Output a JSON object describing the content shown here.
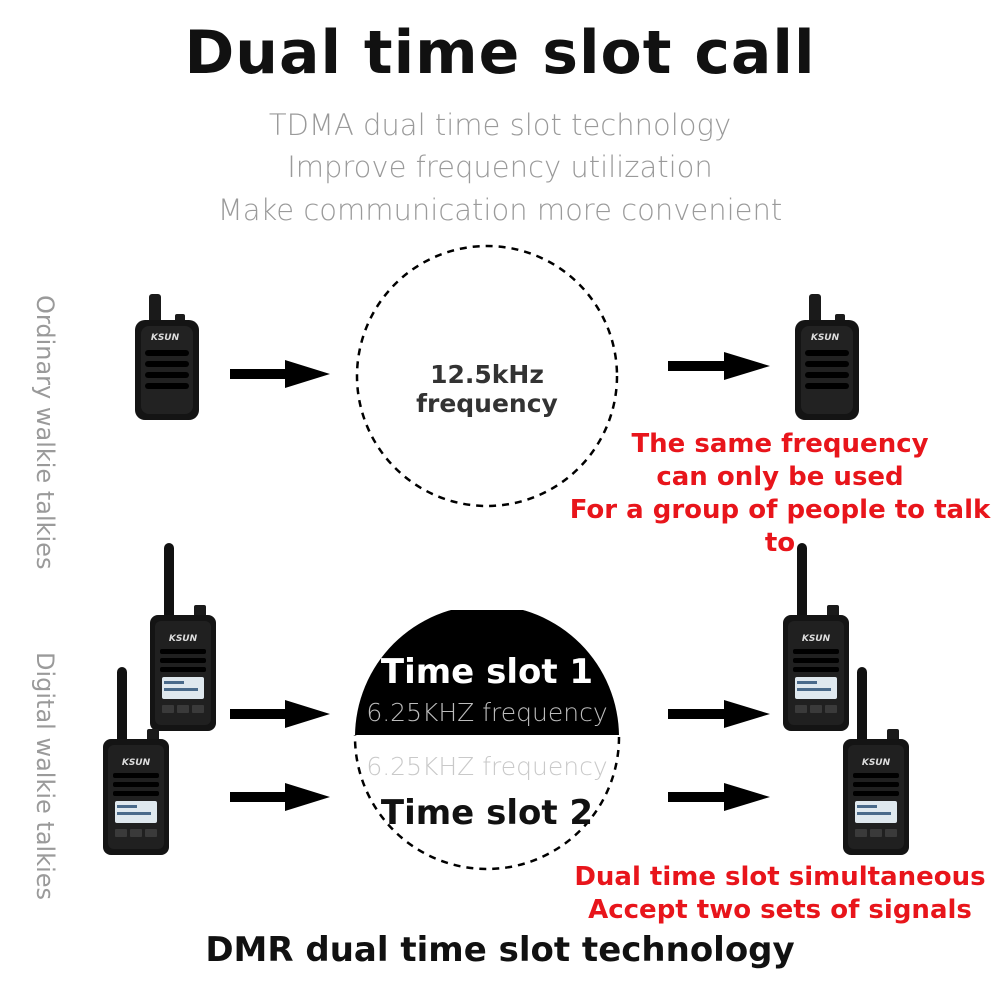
{
  "title": "Dual time slot call",
  "subtitle": {
    "line1": "TDMA dual time slot technology",
    "line2": "Improve frequency utilization",
    "line3": "Make communication more convenient"
  },
  "ordinary": {
    "side_label": "Ordinary walkie talkies",
    "circle_text": "12.5kHz frequency",
    "note": {
      "line1": "The same frequency",
      "line2": "can only be used",
      "line3": "For a group of people to talk to"
    }
  },
  "digital": {
    "side_label": "Digital walkie talkies",
    "slot1_title": "Time slot 1",
    "slot1_freq": "6.25KHZ  frequency",
    "slot2_freq": "6.25KHZ  frequency",
    "slot2_title": "Time slot 2",
    "note": {
      "line1": "Dual time slot simultaneous",
      "line2": "Accept two sets of signals"
    }
  },
  "brand_logo": "KSUN",
  "footer": "DMR dual time slot technology",
  "colors": {
    "accent_red": "#e8151b",
    "subtitle_gray": "#9a9a9a",
    "black": "#111111"
  }
}
